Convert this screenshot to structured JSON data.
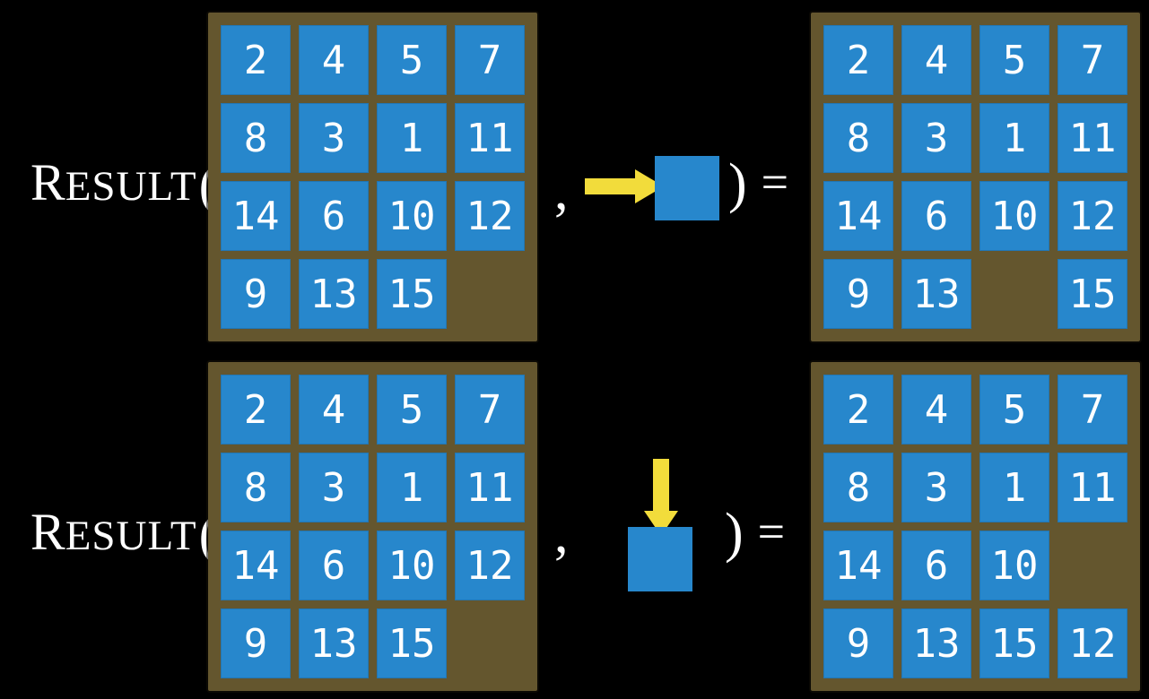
{
  "figure": {
    "description": "RESULT function examples on a 15-puzzle sliding tile board",
    "colors": {
      "background": "#000000",
      "frame": "#64562E",
      "tile": "#2787CC",
      "tile_text": "#FFFFFF",
      "arrow": "#F2DC3B",
      "text": "#FFFFFF"
    },
    "function_label": {
      "lead": "R",
      "rest": "ESULT",
      "open_paren": "(",
      "comma": ",",
      "close_paren": ")",
      "equals": "="
    },
    "rows": [
      {
        "name": "move-right-example",
        "action_direction": "right",
        "action_icon": "arrow-right-into-tile",
        "input_grid": [
          [
            2,
            4,
            5,
            7
          ],
          [
            8,
            3,
            1,
            11
          ],
          [
            14,
            6,
            10,
            12
          ],
          [
            9,
            13,
            15,
            null
          ]
        ],
        "output_grid": [
          [
            2,
            4,
            5,
            7
          ],
          [
            8,
            3,
            1,
            11
          ],
          [
            14,
            6,
            10,
            12
          ],
          [
            9,
            13,
            null,
            15
          ]
        ]
      },
      {
        "name": "move-down-example",
        "action_direction": "down",
        "action_icon": "arrow-down-into-tile",
        "input_grid": [
          [
            2,
            4,
            5,
            7
          ],
          [
            8,
            3,
            1,
            11
          ],
          [
            14,
            6,
            10,
            12
          ],
          [
            9,
            13,
            15,
            null
          ]
        ],
        "output_grid": [
          [
            2,
            4,
            5,
            7
          ],
          [
            8,
            3,
            1,
            11
          ],
          [
            14,
            6,
            10,
            null
          ],
          [
            9,
            13,
            15,
            12
          ]
        ]
      }
    ]
  }
}
